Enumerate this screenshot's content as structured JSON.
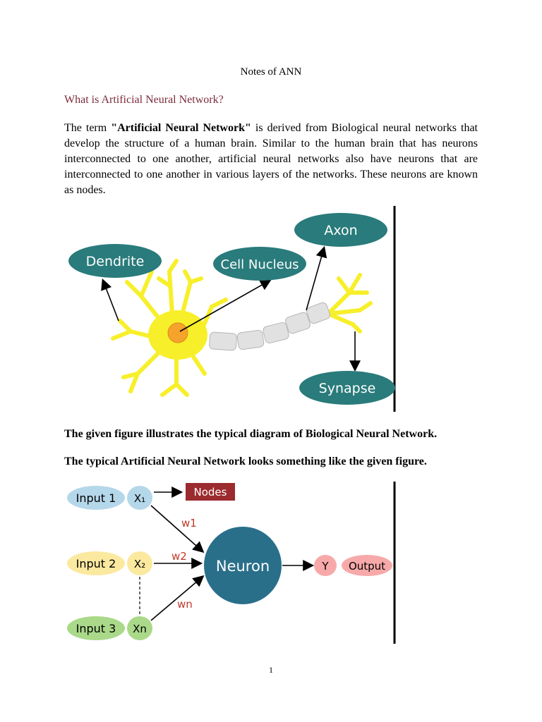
{
  "document": {
    "title": "Notes of ANN",
    "heading": "What is Artificial Neural Network?",
    "paragraph": {
      "lead": "The term ",
      "term": "\"Artificial Neural Network\"",
      "body": " is derived from Biological neural networks that develop the structure of a human brain. Similar to the human brain that has neurons interconnected to one another, artificial neural networks also have neurons that are interconnected to one another in various layers of the networks. These neurons are known as nodes."
    },
    "caption1": "The given figure illustrates the typical diagram of Biological Neural Network.",
    "caption2": "The typical Artificial Neural Network looks something like the given figure.",
    "page_number": "1"
  },
  "bio_diagram": {
    "labels": {
      "dendrite": "Dendrite",
      "cell_nucleus": "Cell Nucleus",
      "axon": "Axon",
      "synapse": "Synapse"
    },
    "colors": {
      "label_fill": "#2a7b7b",
      "neuron_body": "#f7ef2a",
      "nucleus": "#f5a32a",
      "axon_segment": "#e1e1e1"
    }
  },
  "ann_diagram": {
    "inputs": [
      {
        "label": "Input 1",
        "node": "X₁",
        "color": "#b5d7ea"
      },
      {
        "label": "Input 2",
        "node": "X₂",
        "color": "#fbe9a0"
      },
      {
        "label": "Input 3",
        "node": "Xn",
        "color": "#a9d989"
      }
    ],
    "nodes_label": "Nodes",
    "weights": [
      "w1",
      "w2",
      "wn"
    ],
    "neuron_label": "Neuron",
    "output_node": "Y",
    "output_label": "Output",
    "colors": {
      "neuron": "#2a6f8a",
      "nodes_box": "#9b2b2e",
      "weight_text": "#c0392b",
      "output": "#f7a9a9"
    }
  }
}
